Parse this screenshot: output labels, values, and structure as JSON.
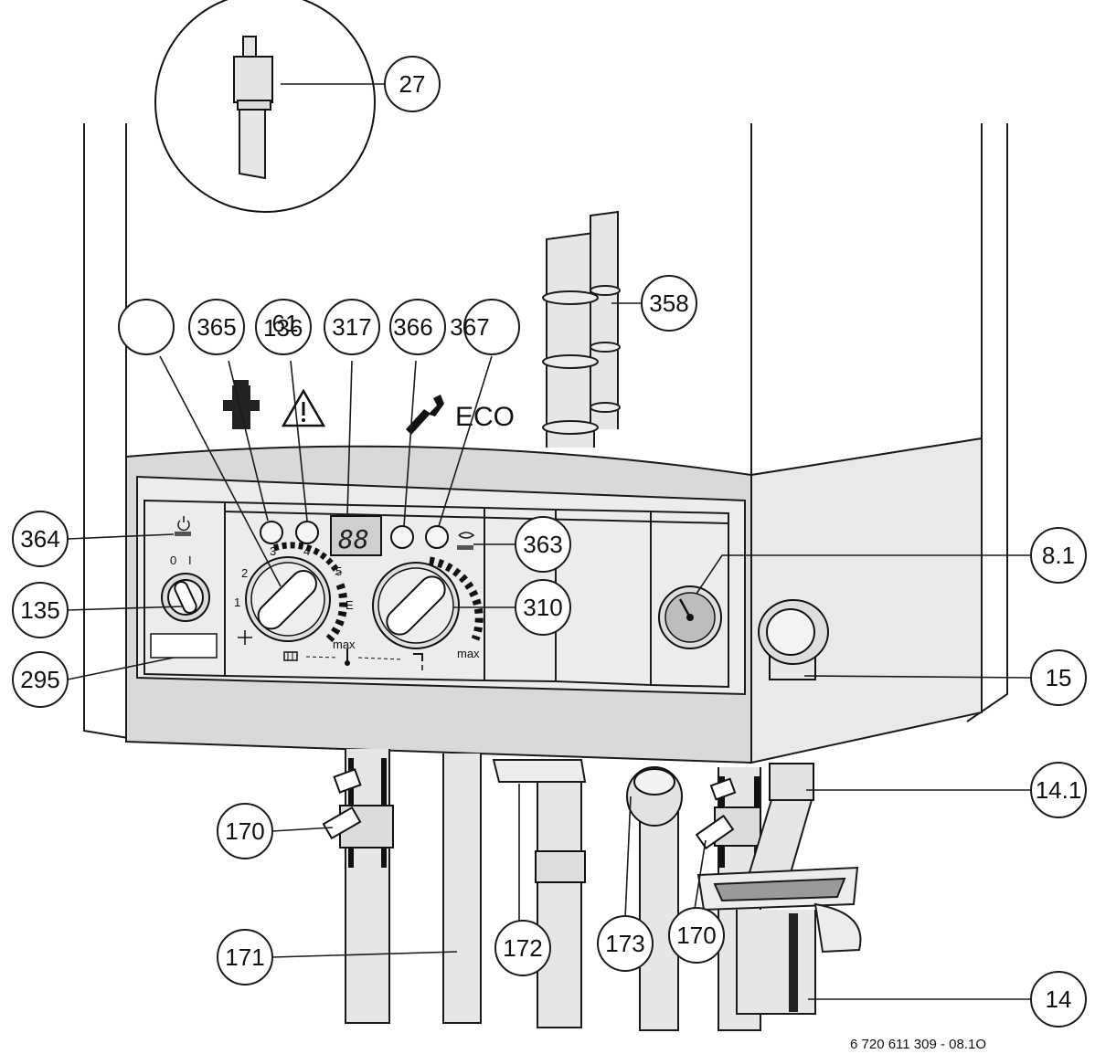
{
  "callouts": {
    "c27": "27",
    "c358": "358",
    "c365": "365",
    "c136": "136",
    "c61": "61",
    "c317": "317",
    "c366": "366",
    "c367": "367",
    "c364": "364",
    "c363": "363",
    "c8_1": "8.1",
    "c135": "135",
    "c310": "310",
    "c15": "15",
    "c295": "295",
    "c14_1": "14.1",
    "c170a": "170",
    "c170b": "170",
    "c171": "171",
    "c172": "172",
    "c173": "173",
    "c14": "14"
  },
  "panel": {
    "eco_label": "ECO",
    "display_value": "88",
    "switch_off": "0",
    "switch_on": "I",
    "dial1_marks": [
      "1",
      "2",
      "3",
      "4",
      "5",
      "E"
    ],
    "dial1_max": "max",
    "dial2_max": "max"
  },
  "figure_code": "6 720 611 309 - 08.1O",
  "icons": [
    "chimney-sweep-icon",
    "warning-triangle-icon",
    "wrench-icon",
    "power-icon",
    "radiator-icon",
    "thermometer-icon",
    "tap-icon"
  ]
}
